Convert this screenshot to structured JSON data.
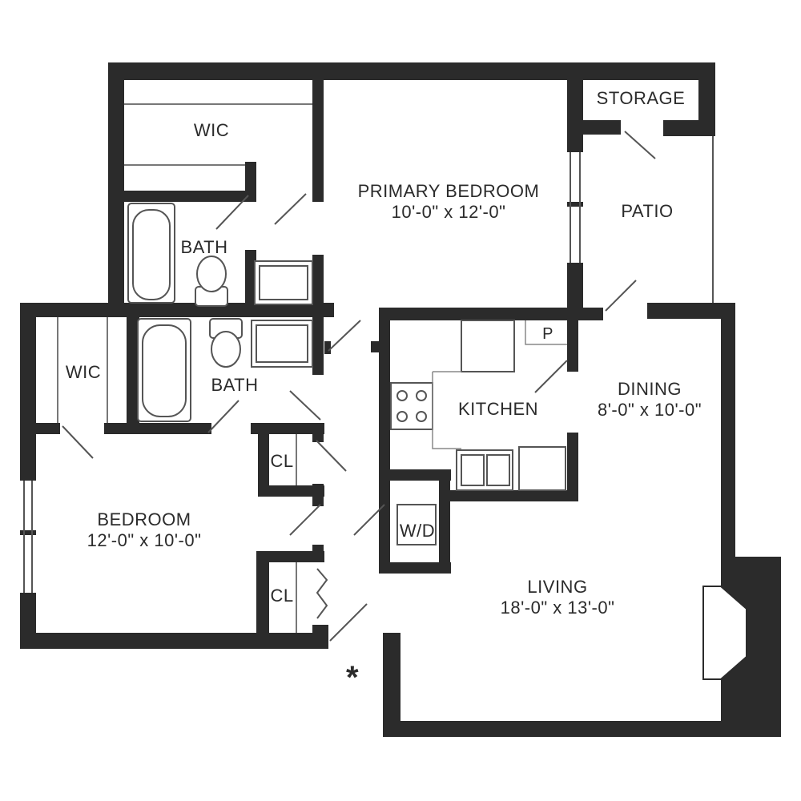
{
  "colors": {
    "wall": "#2b2b2b",
    "fixture": "#555555",
    "background": "#ffffff"
  },
  "rooms": {
    "wic_top": "WIC",
    "primary_bedroom": {
      "name": "PRIMARY BEDROOM",
      "dims": "10'-0\" x 12'-0\""
    },
    "storage": "STORAGE",
    "patio": "PATIO",
    "bath_top": "BATH",
    "wic_left": "WIC",
    "bath_mid": "BATH",
    "kitchen": "KITCHEN",
    "pantry": "P",
    "dining": {
      "name": "DINING",
      "dims": "8'-0\" x 10'-0\""
    },
    "closet_upper": "CL",
    "closet_lower": "CL",
    "bedroom": {
      "name": "BEDROOM",
      "dims": "12'-0\" x 10'-0\""
    },
    "washer_dryer": "W/D",
    "living": {
      "name": "LIVING",
      "dims": "18'-0\" x 13'-0\""
    }
  },
  "entry_marker": "*"
}
